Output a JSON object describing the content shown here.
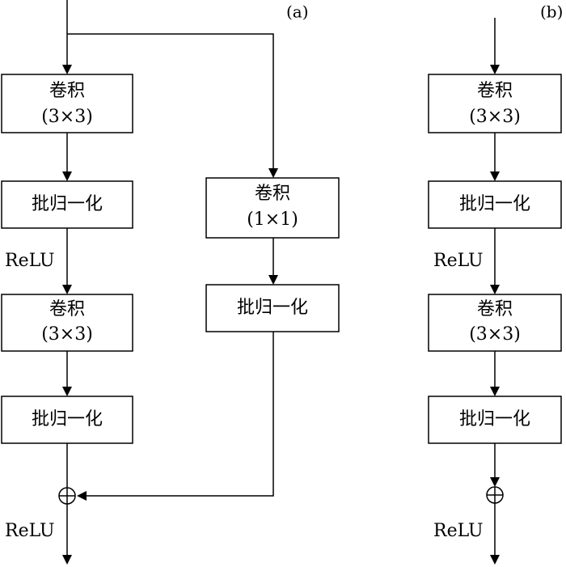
{
  "panel_a": {
    "label": "(a)",
    "main_path": {
      "conv1": {
        "line1": "卷积",
        "line2": "(3×3)"
      },
      "bn1": {
        "label": "批归一化"
      },
      "relu1": "ReLU",
      "conv2": {
        "line1": "卷积",
        "line2": "(3×3)"
      },
      "bn2": {
        "label": "批归一化"
      },
      "relu_out": "ReLU"
    },
    "shortcut_path": {
      "conv": {
        "line1": "卷积",
        "line2": "(1×1)"
      },
      "bn": {
        "label": "批归一化"
      }
    }
  },
  "panel_b": {
    "label": "(b)",
    "main_path": {
      "conv1": {
        "line1": "卷积",
        "line2": "(3×3)"
      },
      "bn1": {
        "label": "批归一化"
      },
      "relu1": "ReLU",
      "conv2": {
        "line1": "卷积",
        "line2": "(3×3)"
      },
      "bn2": {
        "label": "批归一化"
      },
      "relu_out": "ReLU"
    }
  },
  "sum_symbol": "⊕"
}
